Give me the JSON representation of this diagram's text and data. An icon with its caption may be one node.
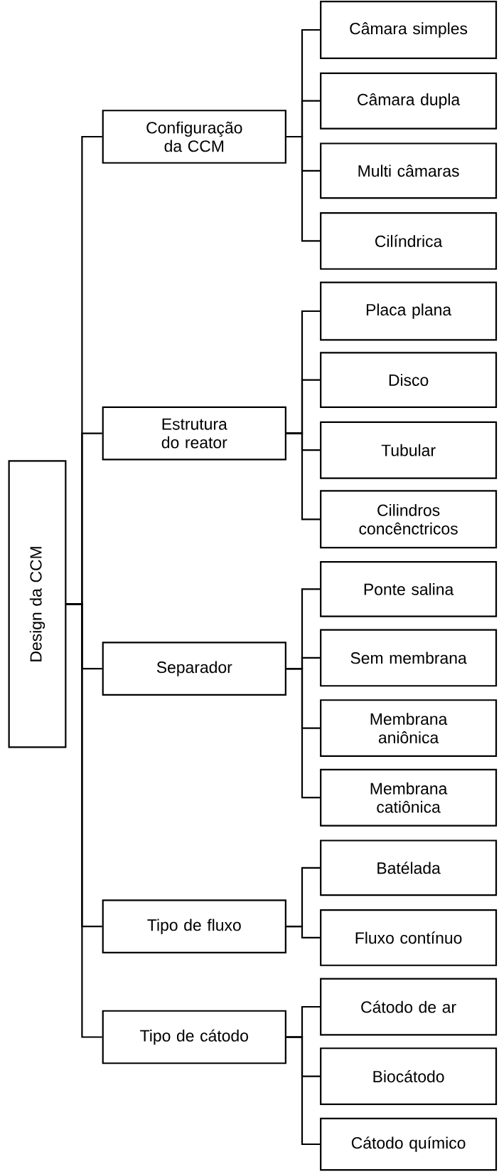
{
  "diagram": {
    "nodes": [
      {
        "text": [
          "Design da CCM"
        ]
      },
      {
        "text": [
          "Configuração da CCM"
        ]
      },
      {
        "text": [
          "Câmara simples"
        ]
      },
      {
        "text": [
          "Câmara dupla"
        ]
      },
      {
        "text": [
          "Multi câmaras"
        ]
      },
      {
        "text": [
          "Cilíndrica"
        ]
      },
      {
        "text": [
          "Estrutura do reator"
        ]
      },
      {
        "text": [
          "Placa plana"
        ]
      },
      {
        "text": [
          "Disco"
        ]
      },
      {
        "text": [
          "Tubular"
        ]
      },
      {
        "text": [
          "Cilindros concênctricos"
        ]
      },
      {
        "text": [
          "Separador"
        ]
      },
      {
        "text": [
          "Ponte salina"
        ]
      },
      {
        "text": [
          "Sem membrana"
        ]
      },
      {
        "text": [
          "Membrana aniônica"
        ]
      },
      {
        "text": [
          "Membrana catiônica"
        ]
      },
      {
        "text": [
          "Tipo de fluxo"
        ]
      },
      {
        "text": [
          "Batélada"
        ]
      },
      {
        "text": [
          "Fluxo contínuo"
        ]
      },
      {
        "text": [
          "Tipo de cátodo"
        ]
      },
      {
        "text": [
          "Cátodo de ar"
        ]
      },
      {
        "text": [
          "Biocátodo"
        ]
      },
      {
        "text": [
          "Cátodo químico"
        ]
      }
    ],
    "edges": [
      {
        "from": 0,
        "to": 1,
        "arrow": "none"
      },
      {
        "from": 0,
        "to": 6,
        "arrow": "none"
      },
      {
        "from": 0,
        "to": 11,
        "arrow": "none"
      },
      {
        "from": 0,
        "to": 16,
        "arrow": "none"
      },
      {
        "from": 0,
        "to": 19,
        "arrow": "none"
      },
      {
        "from": 1,
        "to": 2,
        "arrow": "none"
      },
      {
        "from": 1,
        "to": 3,
        "arrow": "none"
      },
      {
        "from": 1,
        "to": 4,
        "arrow": "none"
      },
      {
        "from": 1,
        "to": 5,
        "arrow": "none"
      },
      {
        "from": 6,
        "to": 7,
        "arrow": "none"
      },
      {
        "from": 6,
        "to": 8,
        "arrow": "none"
      },
      {
        "from": 6,
        "to": 9,
        "arrow": "none"
      },
      {
        "from": 6,
        "to": 10,
        "arrow": "none"
      },
      {
        "from": 11,
        "to": 12,
        "arrow": "none"
      },
      {
        "from": 11,
        "to": 13,
        "arrow": "none"
      },
      {
        "from": 11,
        "to": 14,
        "arrow": "none"
      },
      {
        "from": 11,
        "to": 15,
        "arrow": "none"
      },
      {
        "from": 16,
        "to": 17,
        "arrow": "none"
      },
      {
        "from": 16,
        "to": 18,
        "arrow": "none"
      },
      {
        "from": 19,
        "to": 20,
        "arrow": "none"
      },
      {
        "from": 19,
        "to": 21,
        "arrow": "none"
      },
      {
        "from": 19,
        "to": 22,
        "arrow": "none"
      }
    ]
  }
}
